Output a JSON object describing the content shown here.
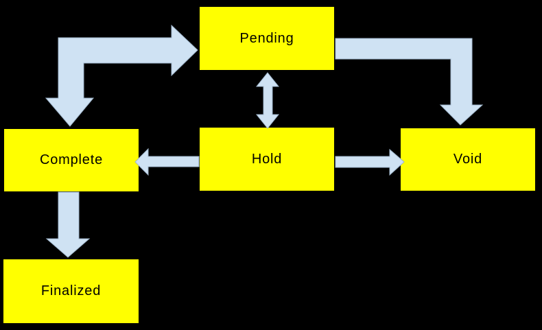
{
  "colors": {
    "background": "#000000",
    "node_fill": "#FFFF00",
    "node_border": "#000000",
    "node_text": "#000000",
    "arrow_fill": "#CFE2F3",
    "arrow_stroke": "#9FB6CC"
  },
  "nodes": [
    {
      "id": "pending",
      "label": "Pending"
    },
    {
      "id": "complete",
      "label": "Complete"
    },
    {
      "id": "hold",
      "label": "Hold"
    },
    {
      "id": "void",
      "label": "Void"
    },
    {
      "id": "finalized",
      "label": "Finalized"
    }
  ],
  "edges": [
    {
      "from": "complete",
      "to": "pending",
      "bidirectional": true,
      "shape": "elbow-double-head"
    },
    {
      "from": "pending",
      "to": "hold",
      "bidirectional": true,
      "shape": "straight-vertical"
    },
    {
      "from": "pending",
      "to": "void",
      "bidirectional": false,
      "shape": "elbow"
    },
    {
      "from": "hold",
      "to": "complete",
      "bidirectional": false,
      "shape": "straight-horizontal"
    },
    {
      "from": "hold",
      "to": "void",
      "bidirectional": false,
      "shape": "straight-horizontal"
    },
    {
      "from": "complete",
      "to": "finalized",
      "bidirectional": false,
      "shape": "straight-vertical"
    }
  ]
}
